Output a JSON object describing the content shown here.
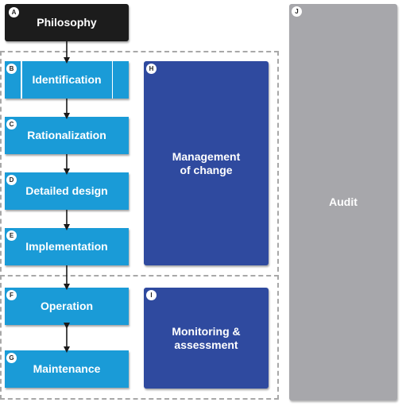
{
  "colors": {
    "step_blue": "#1a9bd7",
    "management_navy": "#2f4a9f",
    "philosophy_black": "#1c1c1c",
    "audit_grey": "#a7a7ab",
    "badge_white": "#ffffff"
  },
  "nodes": {
    "philosophy": {
      "badge": "A",
      "label": "Philosophy"
    },
    "identification": {
      "badge": "B",
      "label": "Identification"
    },
    "rationalization": {
      "badge": "C",
      "label": "Rationalization"
    },
    "detailed_design": {
      "badge": "D",
      "label": "Detailed design"
    },
    "implementation": {
      "badge": "E",
      "label": "Implementation"
    },
    "operation": {
      "badge": "F",
      "label": "Operation"
    },
    "maintenance": {
      "badge": "G",
      "label": "Maintenance"
    },
    "management_of_change": {
      "badge": "H",
      "label_line1": "Management",
      "label_line2": "of change"
    },
    "monitoring_assessment": {
      "badge": "I",
      "label_line1": "Monitoring &",
      "label_line2": "assessment"
    },
    "audit": {
      "badge": "J",
      "label": "Audit"
    }
  }
}
